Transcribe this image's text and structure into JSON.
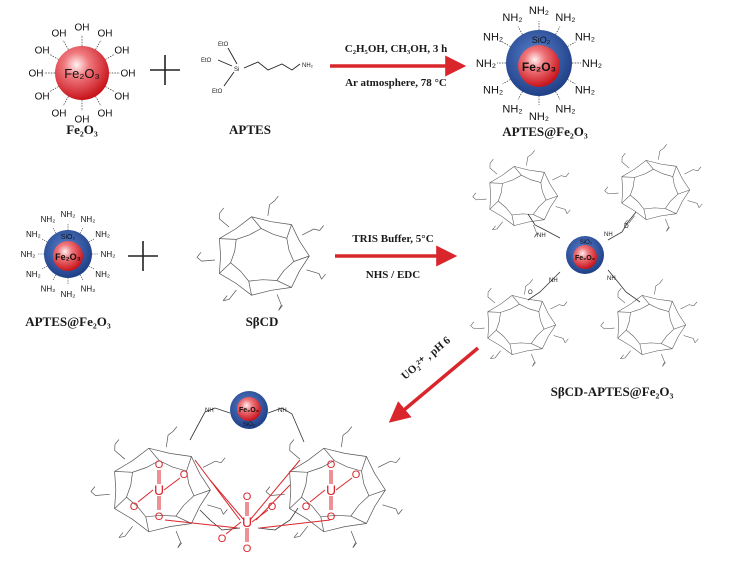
{
  "row1": {
    "fe2o3_core": "Fe₂O₃",
    "oh_group": "OH",
    "fe2o3_label": "Fe₂O₃",
    "aptes_eto": "EtO",
    "aptes_si": "Si",
    "aptes_nh2": "NH₂",
    "aptes_label": "APTES",
    "arrow_top": "C₂H₅OH, CH₃OH, 3 h",
    "arrow_bottom": "Ar atmosphere, 78 °C",
    "product_core": "Fe₂O₃",
    "product_shell": "SiO₂",
    "nh2_group": "NH₂",
    "product_label": "APTES@Fe₂O₃"
  },
  "row2": {
    "left_label": "APTES@Fe₂O₃",
    "scd_label": "SβCD",
    "arrow_top": "TRIS Buffer, 5°C",
    "arrow_bottom": "NHS / EDC",
    "core": "Fe₂O₃",
    "shell": "SiO₂",
    "nh": "NH",
    "o": "O",
    "product_label": "SβCD-APTES@Fe₂O₃"
  },
  "row3": {
    "arrow_label": "UO₂²⁺ , pH 6",
    "core": "Fe₂O₃",
    "shell": "SiO₂",
    "nh": "NH",
    "u": "U",
    "o": "O"
  },
  "colors": {
    "core_red": "#e8323a",
    "shell_blue": "#2e5aa8",
    "arrow_red": "#d9262c",
    "uranyl_red": "#d9262c"
  }
}
